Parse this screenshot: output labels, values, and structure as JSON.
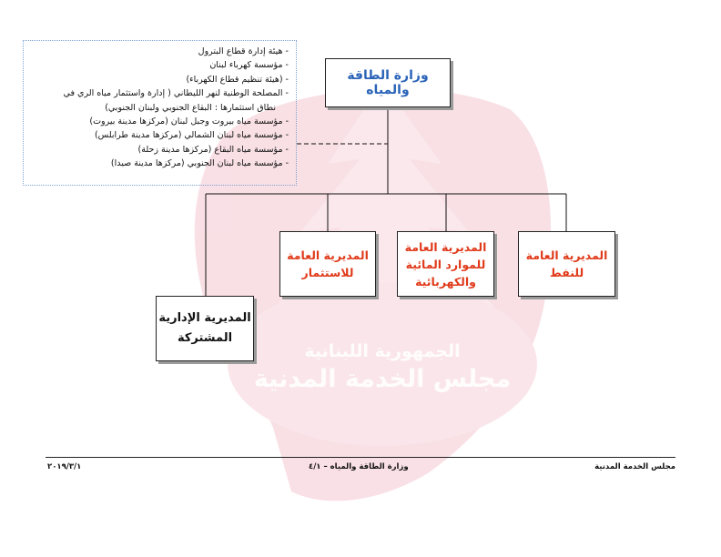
{
  "colors": {
    "ministry_text": "#2a63b8",
    "directorate_text": "#e03a1a",
    "watermark": "#f4c7d1",
    "line": "#111111",
    "agencies_border": "#7fa3d4"
  },
  "ministry": {
    "title": "وزارة الطاقة والمياه"
  },
  "agencies": {
    "items": [
      "- هيئة إدارة قطاع البترول",
      "- مؤسسة كهرباء لبنان",
      "- (هيئة تنظيم قطاع الكهرباء)",
      "- المصلحة الوطنية لنهر الليطاني ( إدارة واستثمار مياه الري في",
      "نطاق استثمارها : البقاع الجنوبي ولبنان الجنوبي)",
      "- مؤسسة مياه بيروت وجبل لبنان (مركزها مدينة بيروت)",
      "- مؤسسة مياه لبنان الشمالي (مركزها مدينة طرابلس)",
      "- مؤسسة مياه البقاع (مركزها مدينة زحلة)",
      "- مؤسسة مياه لبنان الجنوبي (مركزها مدينة صيدا)"
    ]
  },
  "directorates": {
    "oil": "المديرية العامة\nللنفط",
    "water_electric": "المديرية العامة\nللموارد المائية\nوالكهربائية",
    "investment": "المديرية العامة\nللاستثمار",
    "joint_admin": "المديرية الإدارية\nالمشتركة"
  },
  "watermark": {
    "line1": "الجمهورية اللبنانية",
    "line2": "مجلس الخدمة المدنية"
  },
  "footer": {
    "right": "مجلس الخدمة المدنية",
    "center": "وزارة الطاقة والمياه – ٤/١",
    "left": "٢٠١٩/٣/١"
  }
}
